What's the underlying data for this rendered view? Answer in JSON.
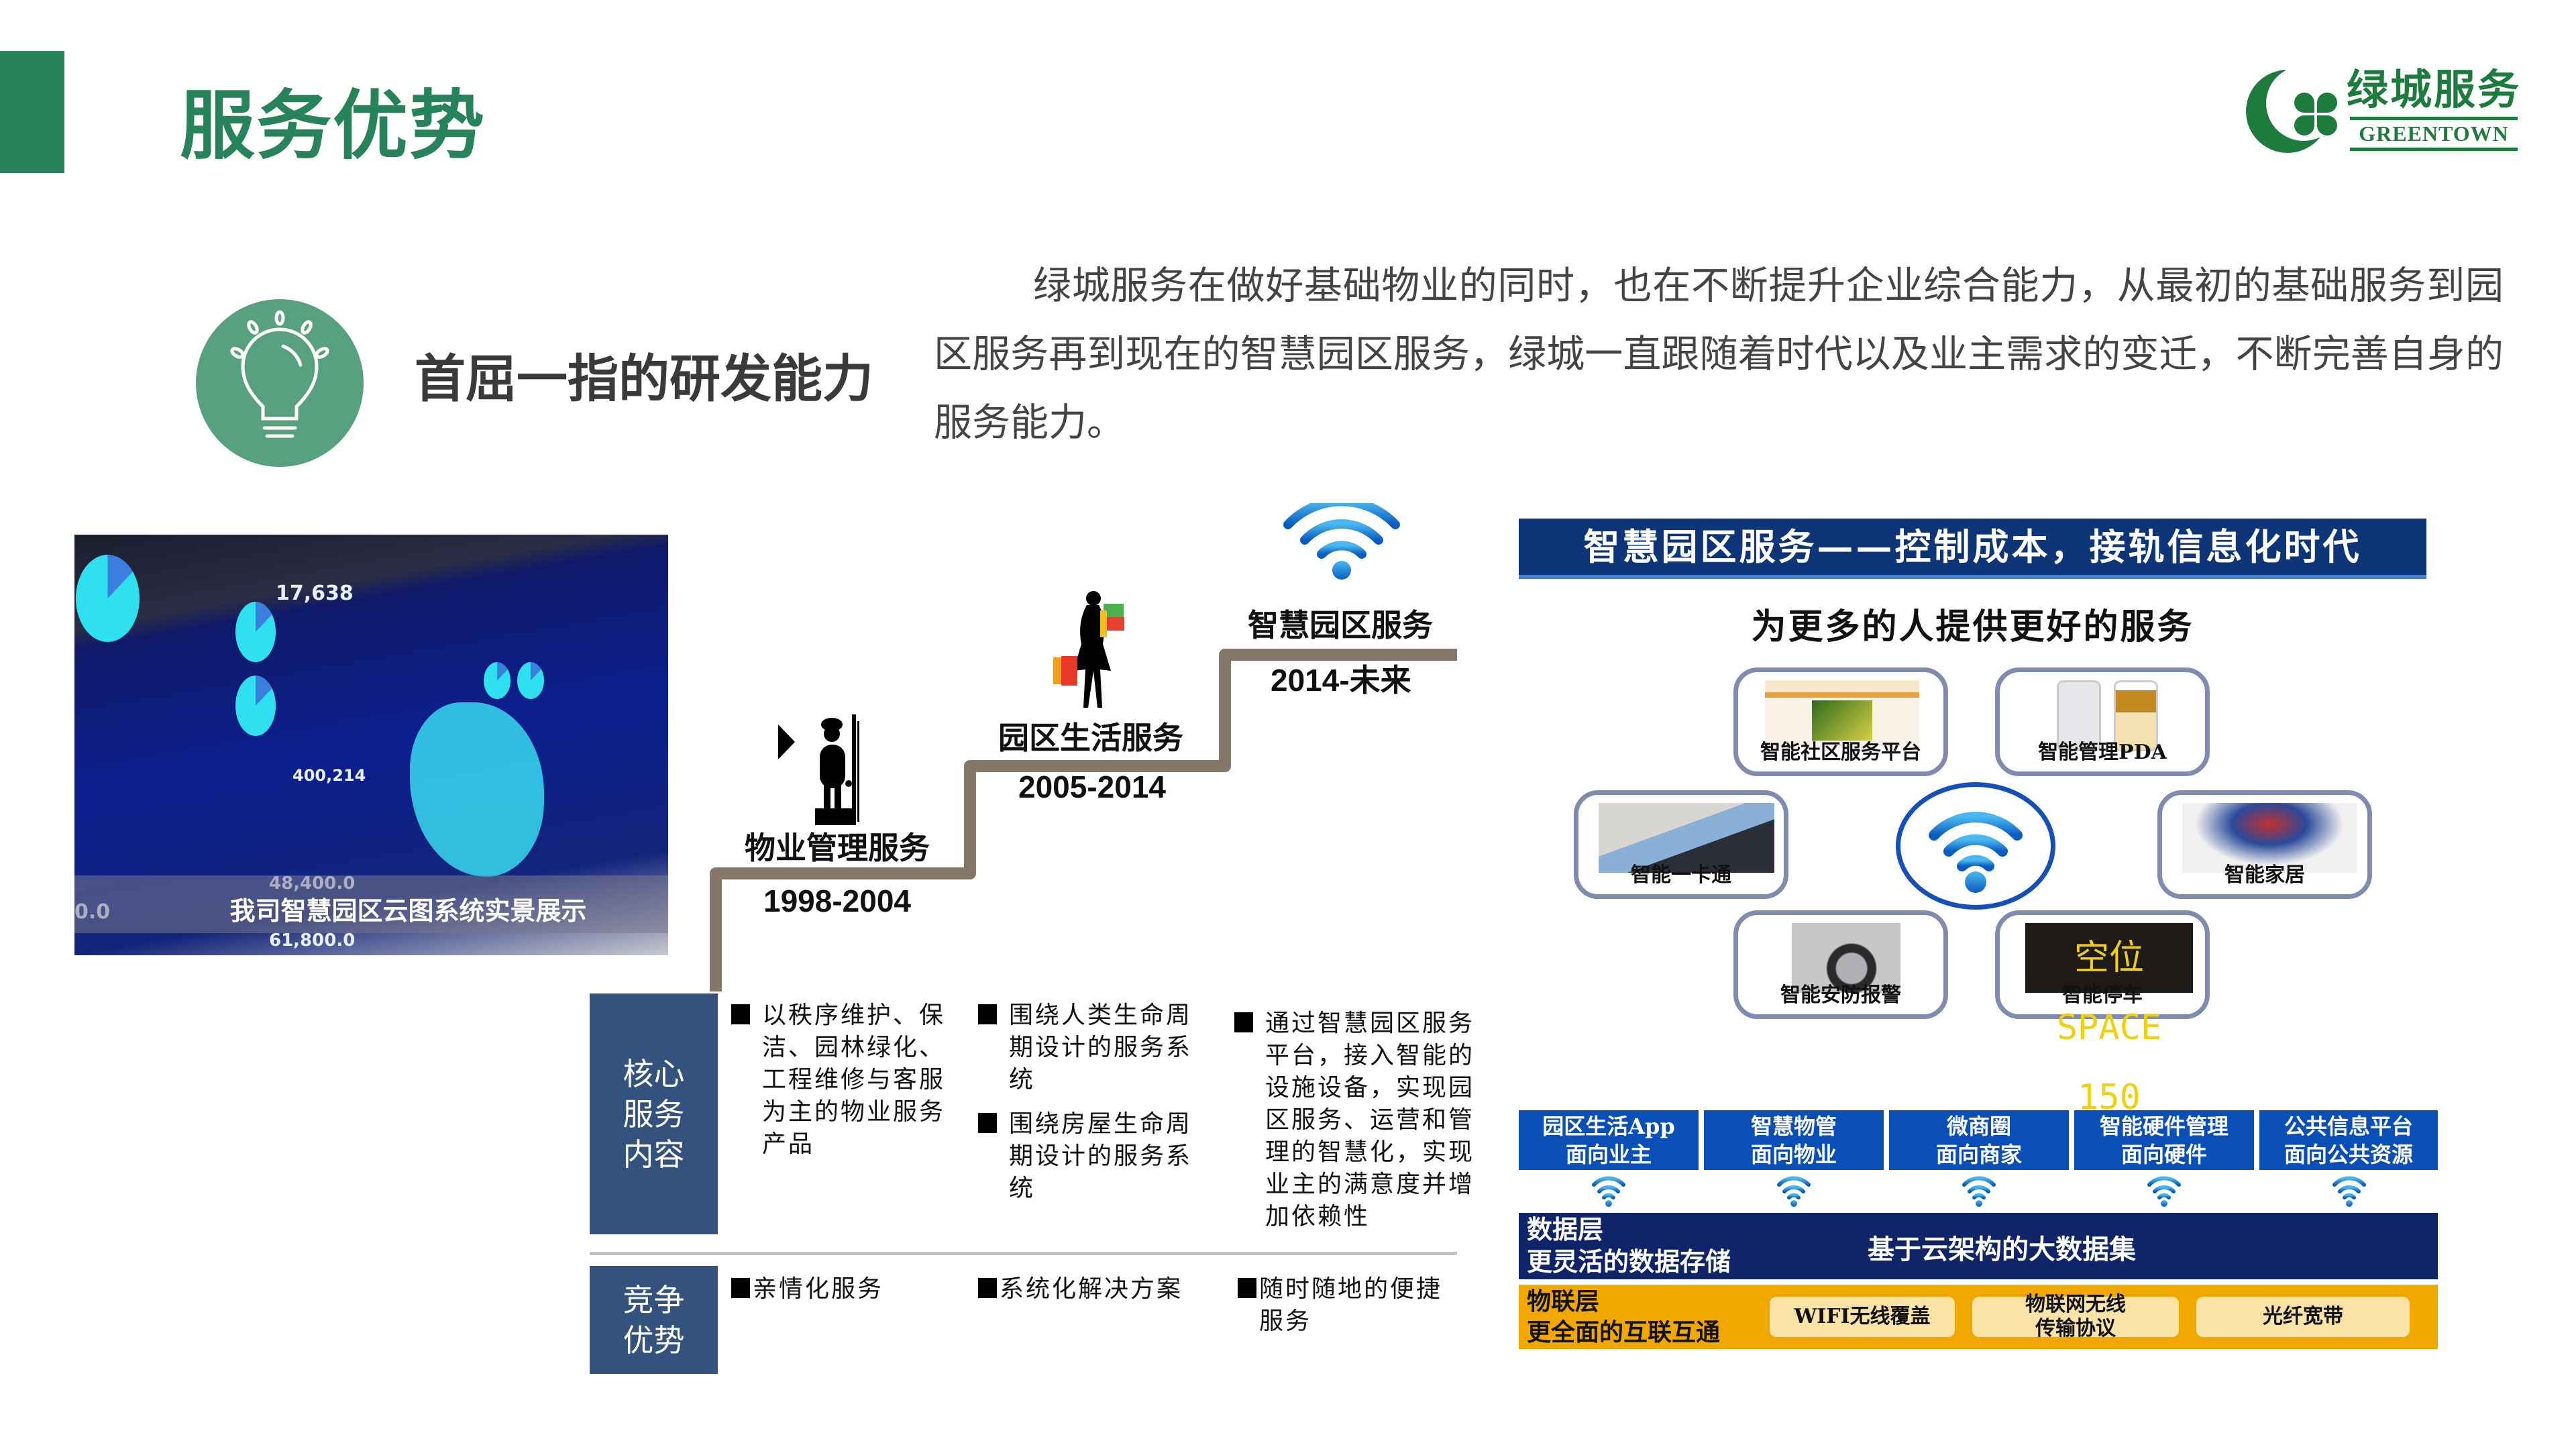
{
  "header": {
    "title": "服务优势",
    "logo": {
      "cn": "绿城服务",
      "en": "GREENTOWN",
      "icon": "clover-crescent-logo"
    },
    "accent_color": "#27845A"
  },
  "intro": {
    "icon": "lightbulb-icon",
    "subtitle": "首屈一指的研发能力",
    "paragraph": "绿城服务在做好基础物业的同时，也在不断提升企业综合能力，从最初的基础服务到园区服务再到现在的智慧园区服务，绿城一直跟随着时代以及业主需求的变迁，不断完善自身的服务能力。"
  },
  "photo": {
    "caption": "我司智慧园区云图系统实景展示",
    "screen_numbers": [
      "17,638",
      "400,214",
      "48,400.0",
      "61,800.0",
      "0.0"
    ]
  },
  "stairs": {
    "stages": [
      {
        "label": "物业管理服务",
        "years": "1998-2004",
        "icon": "doorman-icon"
      },
      {
        "label": "园区生活服务",
        "years": "2005-2014",
        "icon": "shopper-icon"
      },
      {
        "label": "智慧园区服务",
        "years": "2014-未来",
        "icon": "wifi-icon"
      }
    ],
    "line_color": "#857767"
  },
  "table": {
    "rows": [
      {
        "header": "核心\n服务\n内容",
        "cells": [
          [
            "以秩序维护、保洁、园林绿化、工程维修与客服为主的物业服务产品"
          ],
          [
            "围绕人类生命周期设计的服务系统",
            "围绕房屋生命周期设计的服务系统"
          ],
          [
            "通过智慧园区服务平台，接入智能的设施设备，实现园区服务、运营和管理的智慧化，实现业主的满意度并增加依赖性"
          ]
        ]
      },
      {
        "header": "竞争\n优势",
        "cells": [
          [
            "亲情化服务"
          ],
          [
            "系统化解决方案"
          ],
          [
            "随时随地的便捷服务"
          ]
        ]
      }
    ],
    "header_color": "#34527E"
  },
  "diagram": {
    "title": "智慧园区服务——控制成本，接轨信息化时代",
    "subtitle": "为更多的人提供更好的服务",
    "services": [
      {
        "label": "智能社区服务平台"
      },
      {
        "label": "智能管理PDA"
      },
      {
        "label": "智能一卡通"
      },
      {
        "label": "智能家居"
      },
      {
        "label": "智能安防报警"
      },
      {
        "label": "智能停车",
        "sign_text": "空位 SPACE 150"
      }
    ],
    "platforms": [
      {
        "name": "园区生活App",
        "target": "面向业主"
      },
      {
        "name": "智慧物管",
        "target": "面向物业"
      },
      {
        "name": "微商圈",
        "target": "面向商家"
      },
      {
        "name": "智能硬件管理",
        "target": "面向硬件"
      },
      {
        "name": "公共信息平台",
        "target": "面向公共资源"
      }
    ],
    "data_layer": {
      "title": "数据层",
      "desc": "更灵活的数据存储",
      "content": "基于云架构的大数据集"
    },
    "iot_layer": {
      "title": "物联层",
      "desc": "更全面的互联互通",
      "items": [
        "WIFI无线覆盖",
        "物联网无线\n传输协议",
        "光纤宽带"
      ]
    },
    "colors": {
      "title_bar": "#0D3578",
      "platform_box": "#0A4EB8",
      "data_layer": "#0F2469",
      "iot_layer": "#F0A800",
      "pill": "#FBE3A6"
    }
  }
}
